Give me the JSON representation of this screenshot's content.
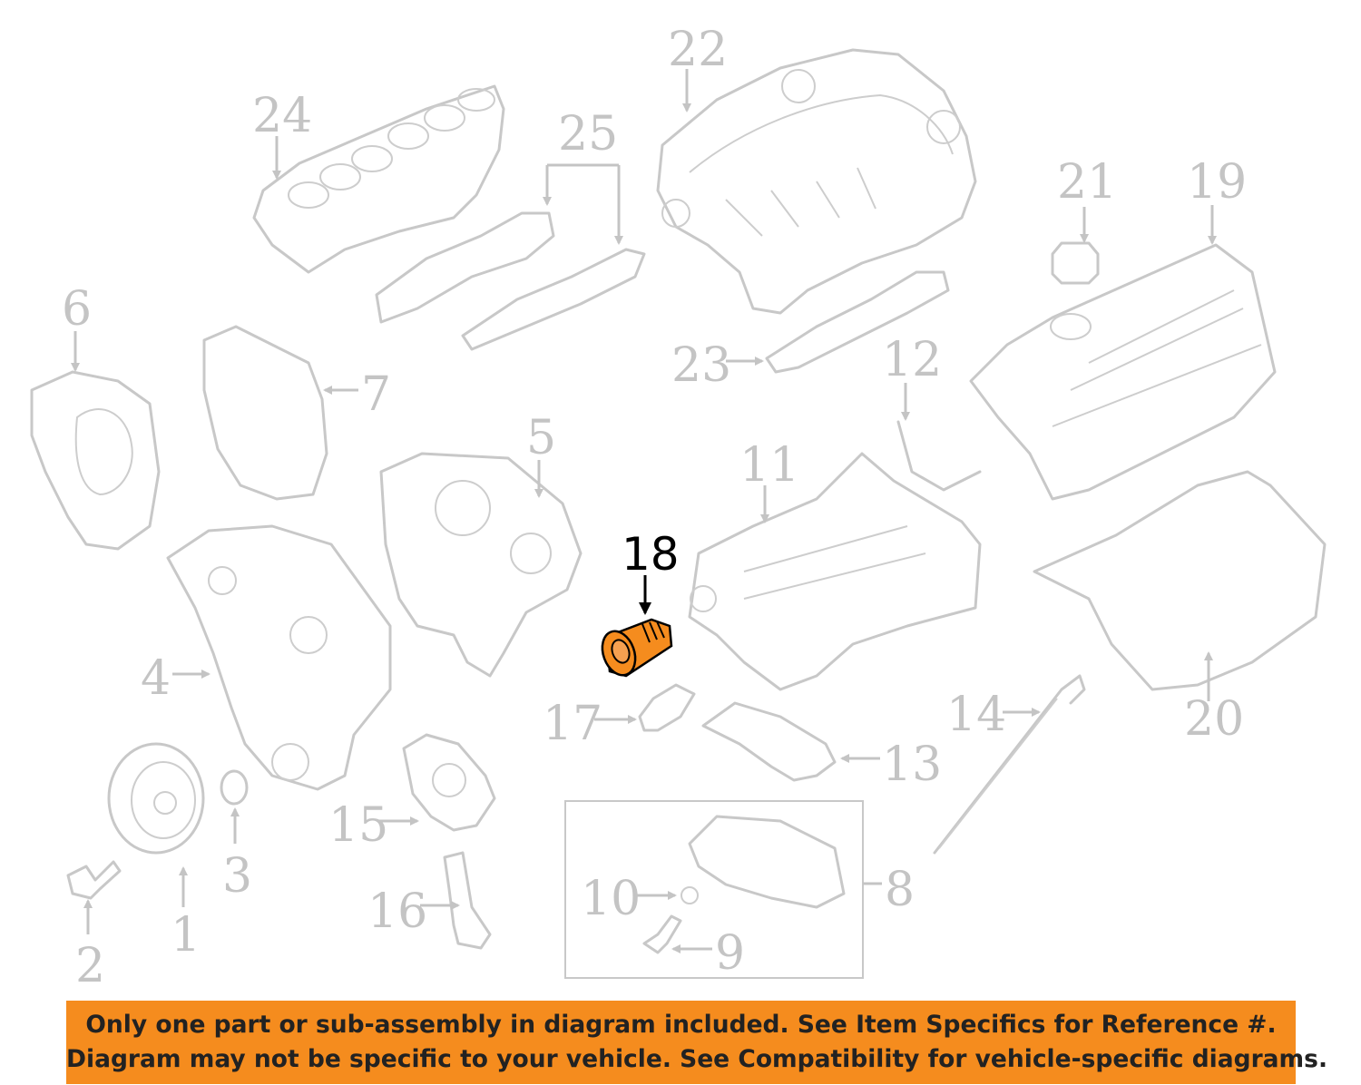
{
  "callouts": [
    {
      "id": "1",
      "label": "1"
    },
    {
      "id": "2",
      "label": "2"
    },
    {
      "id": "3",
      "label": "3"
    },
    {
      "id": "4",
      "label": "4"
    },
    {
      "id": "5",
      "label": "5"
    },
    {
      "id": "6",
      "label": "6"
    },
    {
      "id": "7",
      "label": "7"
    },
    {
      "id": "8",
      "label": "8"
    },
    {
      "id": "9",
      "label": "9"
    },
    {
      "id": "10",
      "label": "10"
    },
    {
      "id": "11",
      "label": "11"
    },
    {
      "id": "12",
      "label": "12"
    },
    {
      "id": "13",
      "label": "13"
    },
    {
      "id": "14",
      "label": "14"
    },
    {
      "id": "15",
      "label": "15"
    },
    {
      "id": "16",
      "label": "16"
    },
    {
      "id": "17",
      "label": "17"
    },
    {
      "id": "18",
      "label": "18"
    },
    {
      "id": "19",
      "label": "19"
    },
    {
      "id": "20",
      "label": "20"
    },
    {
      "id": "21",
      "label": "21"
    },
    {
      "id": "22",
      "label": "22"
    },
    {
      "id": "23",
      "label": "23"
    },
    {
      "id": "24",
      "label": "24"
    },
    {
      "id": "25",
      "label": "25"
    }
  ],
  "highlighted_part": "18",
  "colors": {
    "highlight": "#f58c1e",
    "line_art": "#c8c8c8",
    "banner_bg": "#f58c1e"
  },
  "banner": {
    "line1": "Only one part or sub-assembly in diagram included. See Item Specifics for Reference #.",
    "line2": "Diagram may not be specific to your vehicle. See Compatibility for vehicle-specific diagrams."
  }
}
